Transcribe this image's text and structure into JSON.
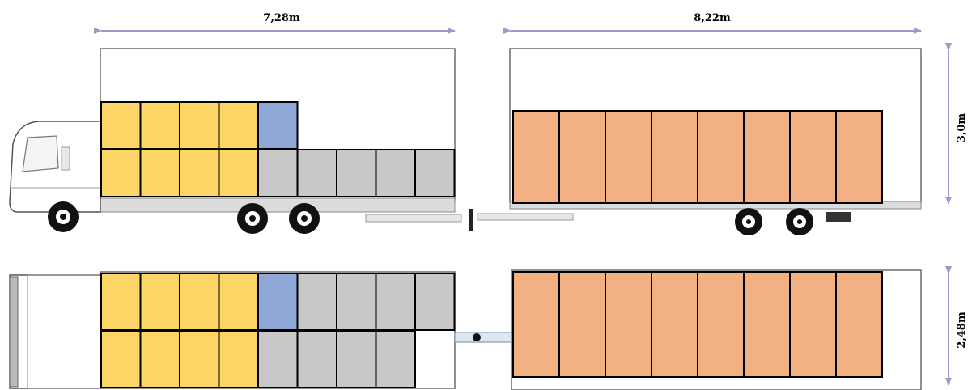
{
  "dimensions": {
    "truck_length": "7,28m",
    "trailer_length": "8,22m",
    "height": "3,0m",
    "width": "2,48m"
  },
  "colors": {
    "yellow_cargo": "#fcd566",
    "blue_cargo": "#8fa8d8",
    "gray_cargo": "#c8c8c8",
    "orange_cargo": "#f2b083",
    "arrow": "#9e9ac8",
    "outline": "#000000"
  },
  "side_view": {
    "truck_cargo": {
      "top_row": [
        "yellow",
        "yellow",
        "yellow",
        "yellow",
        "blue"
      ],
      "bottom_row": [
        "yellow",
        "yellow",
        "yellow",
        "yellow",
        "gray",
        "gray",
        "gray",
        "gray",
        "gray"
      ]
    },
    "trailer_cargo": [
      "orange",
      "orange",
      "orange",
      "orange",
      "orange",
      "orange",
      "orange",
      "orange"
    ]
  },
  "top_view": {
    "truck_cargo": {
      "top_row": [
        "yellow",
        "yellow",
        "yellow",
        "yellow",
        "blue",
        "gray",
        "gray",
        "gray",
        "gray"
      ],
      "bottom_row": [
        "yellow",
        "yellow",
        "yellow",
        "yellow",
        "gray",
        "gray",
        "gray",
        "gray"
      ]
    },
    "trailer_cargo": [
      "orange",
      "orange",
      "orange",
      "orange",
      "orange",
      "orange",
      "orange",
      "orange"
    ]
  }
}
